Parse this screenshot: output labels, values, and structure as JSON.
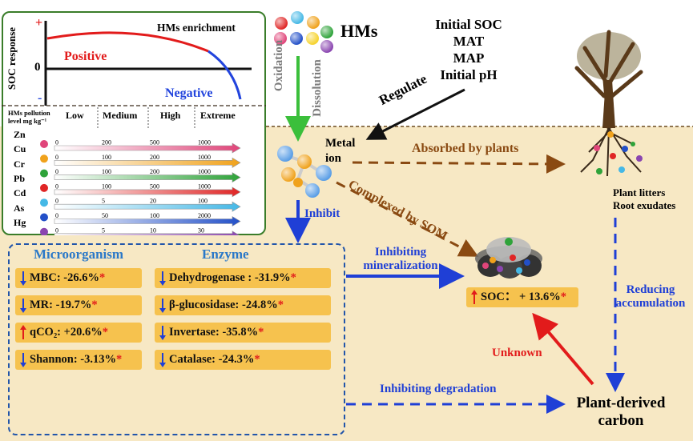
{
  "inset": {
    "ylabel": "SOC response",
    "plus": "+",
    "zero": "0",
    "minus": "-",
    "curve_label": "HMs enrichment",
    "positive": "Positive",
    "negative": "Negative",
    "level_label": "HMs pollution level mg kg⁻¹",
    "levels": [
      "Low",
      "Medium",
      "High",
      "Extreme"
    ],
    "metals": [
      {
        "name": "Zn",
        "color": "#e0457a",
        "ticks": [
          "0",
          "200",
          "500",
          "1000"
        ]
      },
      {
        "name": "Cu",
        "color": "#f0a21c",
        "ticks": [
          "0",
          "100",
          "200",
          "1000"
        ]
      },
      {
        "name": "Cr",
        "color": "#2fa33a",
        "ticks": [
          "0",
          "100",
          "200",
          "1000"
        ]
      },
      {
        "name": "Pb",
        "color": "#e02525",
        "ticks": [
          "0",
          "100",
          "500",
          "1000"
        ]
      },
      {
        "name": "Cd",
        "color": "#45b8e6",
        "ticks": [
          "0",
          "5",
          "20",
          "100"
        ]
      },
      {
        "name": "As",
        "color": "#2350c8",
        "ticks": [
          "0",
          "50",
          "100",
          "2000"
        ]
      },
      {
        "name": "Hg",
        "color": "#8a45b0",
        "ticks": [
          "0",
          "5",
          "10",
          "30"
        ]
      }
    ]
  },
  "hms": {
    "title": "HMs",
    "oxidation": "Oxidation",
    "dissolution": "Dissolution",
    "ball_colors": [
      "#e02525",
      "#45b8e6",
      "#f0a21c",
      "#2fa33a",
      "#e0457a",
      "#2350c8",
      "#f6d32d",
      "#8a45b0"
    ]
  },
  "factors": {
    "lines": [
      "Initial SOC",
      "MAT",
      "MAP",
      "Initial pH"
    ],
    "regulate": "Regulate"
  },
  "metal_ion": {
    "line1": "Metal",
    "line2": "ion"
  },
  "arrows": {
    "absorbed": "Absorbed by plants",
    "complexed": "Complexed by SOM",
    "inhibit": "Inhibit",
    "inhibiting_min_1": "Inhibiting",
    "inhibiting_min_2": "mineralization",
    "inhibiting_deg": "Inhibiting degradation",
    "reducing_1": "Reducing",
    "reducing_2": "accumulation",
    "unknown": "Unknown"
  },
  "plant": {
    "line1": "Plant litters",
    "line2": "Root exudates"
  },
  "microorganism": {
    "title": "Microorganism",
    "items": [
      {
        "label": "MBC: -26.6%",
        "dir": "down"
      },
      {
        "label": "MR: -19.7%",
        "dir": "down"
      },
      {
        "label": "qCO₂: +20.6%",
        "dir": "up"
      },
      {
        "label": "Shannon: -3.13%",
        "dir": "down"
      }
    ]
  },
  "enzyme": {
    "title": "Enzyme",
    "items": [
      {
        "label": "Dehydrogenase : -31.9%",
        "dir": "down"
      },
      {
        "label": "β-glucosidase: -24.8%",
        "dir": "down"
      },
      {
        "label": "Invertase: -35.8%",
        "dir": "down"
      },
      {
        "label": "Catalase: -24.3%",
        "dir": "down"
      }
    ]
  },
  "soc": {
    "label": "SOC： + 13.6%",
    "star": "*",
    "dir": "up"
  },
  "plant_carbon": {
    "line1": "Plant-derived",
    "line2": "carbon"
  },
  "star": "*"
}
